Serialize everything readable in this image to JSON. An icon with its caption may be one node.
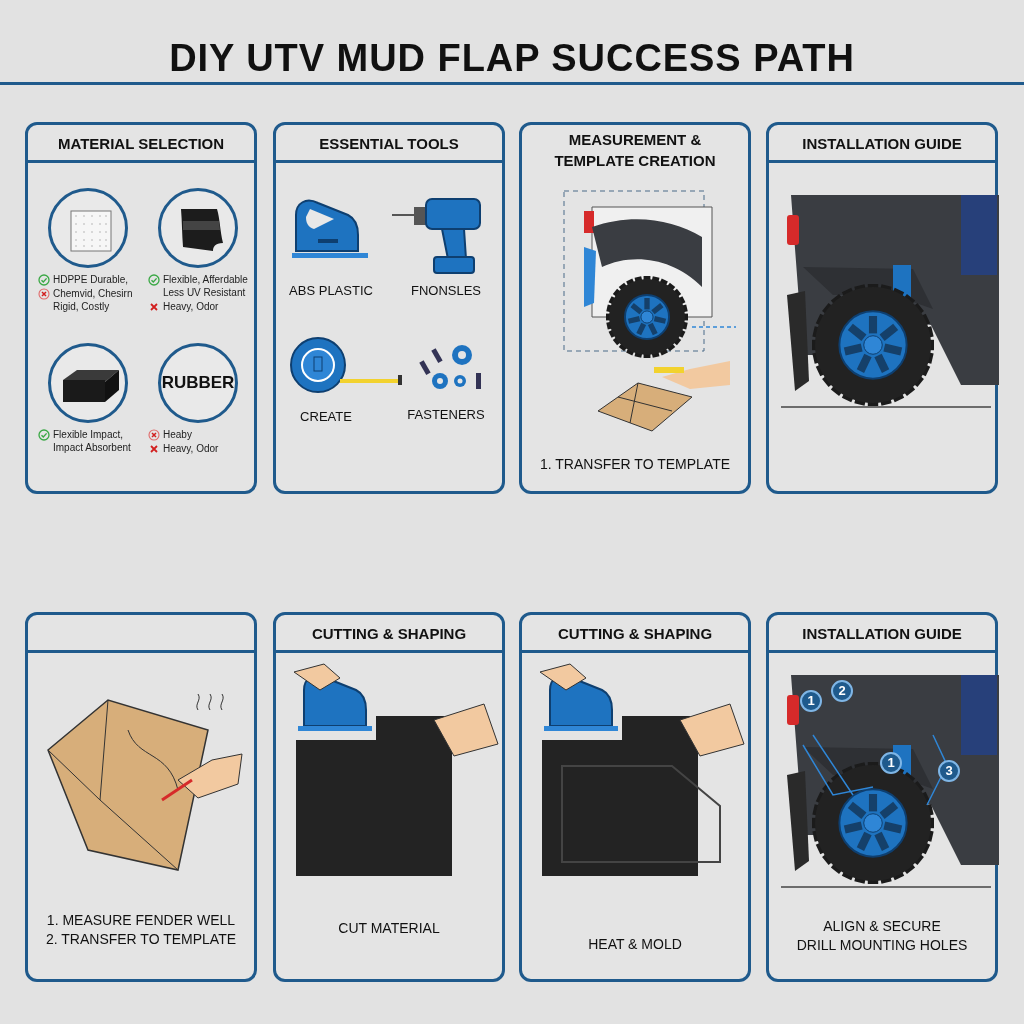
{
  "diagram": {
    "title": "DIY UTV MUD FLAP SUCCESS PATH",
    "nodes": [
      {
        "text": [
          "MATERIAL SELECTION"
        ]
      },
      {
        "text": [],
        "shape": "circle",
        "in": 0,
        "beside": [
          "HDPPE Durable,",
          "Chemvid, Chesirn Rigid, Costly"
        ]
      },
      {
        "text": [],
        "shape": "circle",
        "in": 0,
        "beside": [
          "Flexible, Afferdable Less UV Resistant",
          "Heavy, Odor"
        ]
      },
      {
        "text": [],
        "shape": "circle",
        "in": 0,
        "beside": [
          "Flexible Impact, Impact Absorbent"
        ]
      },
      {
        "text": [
          "RUBBER"
        ],
        "in": 0,
        "beside": [
          "Heaby",
          "Heavy, Odor"
        ]
      },
      {
        "text": [
          "ESSENTIAL TOOLS"
        ]
      },
      {
        "text": [
          "MEASUREMENT & TEMPLATE CREATION",
          "1. TRANSFER TO TEMPLATE"
        ]
      },
      {
        "text": [
          "INSTALLATION GUIDE"
        ]
      },
      {
        "text": [
          "1. MEASURE FENDER WELL",
          "2. TRANSFER TO TEMPLATE"
        ]
      },
      {
        "text": [
          "CUTTING & SHAPING",
          "CUT MATERIAL"
        ]
      },
      {
        "text": [
          "CUTTING & SHAPING",
          "HEAT & MOLD"
        ]
      },
      {
        "text": [
          "INSTALLATION GUIDE",
          "ALIGN & SECURE",
          "DRILL MOUNTING HOLES"
        ]
      }
    ],
    "labels": [
      "ABS PLASTIC",
      "FNONSLES",
      "CREATE",
      "FASTENERS",
      "1",
      "2",
      "1",
      "3"
    ]
  }
}
